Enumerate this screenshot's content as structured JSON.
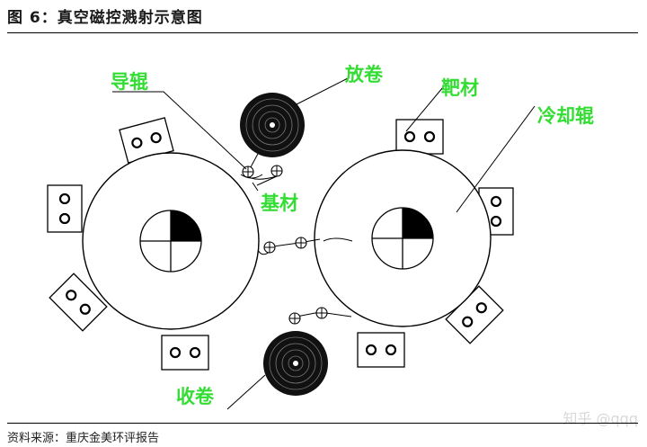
{
  "figure": {
    "title": "图 6：真空磁控溅射示意图",
    "source": "资料来源：重庆金美环评报告",
    "watermark": "知乎 @qqq"
  },
  "labels": {
    "guide_roller": "导辊",
    "unwind_roll": "放卷",
    "target": "靶材",
    "cooling_roller": "冷却辊",
    "substrate": "基材",
    "rewind_roll": "收卷"
  },
  "colors": {
    "label": "#33dd33",
    "line": "#000000"
  }
}
